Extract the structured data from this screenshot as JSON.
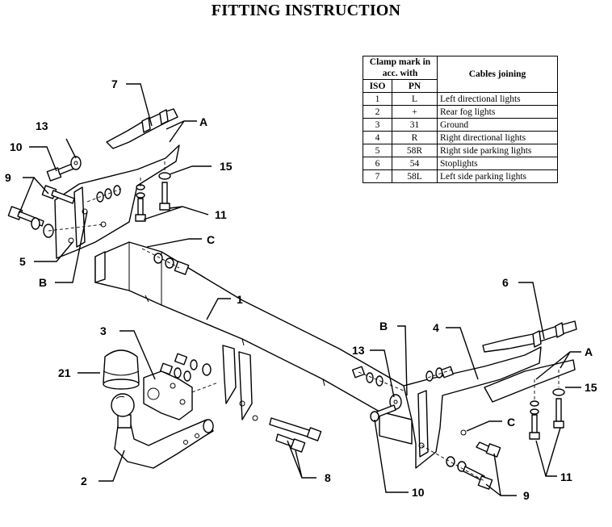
{
  "title": "FITTING INSTRUCTION",
  "table": {
    "header_clamp": "Clamp mark in acc. with",
    "header_cables": "Cables joining",
    "col_iso": "ISO",
    "col_pn": "PN",
    "rows": [
      {
        "iso": "1",
        "pn": "L",
        "cable": "Left directional lights"
      },
      {
        "iso": "2",
        "pn": "+",
        "cable": "Rear fog lights"
      },
      {
        "iso": "3",
        "pn": "31",
        "cable": "Ground"
      },
      {
        "iso": "4",
        "pn": "R",
        "cable": "Right directional lights"
      },
      {
        "iso": "5",
        "pn": "58R",
        "cable": "Right side parking lights"
      },
      {
        "iso": "6",
        "pn": "54",
        "cable": "Stoplights"
      },
      {
        "iso": "7",
        "pn": "58L",
        "cable": "Left side parking lights"
      }
    ]
  },
  "callouts": {
    "n1": "1",
    "n2": "2",
    "n3": "3",
    "n4": "4",
    "n5": "5",
    "n7": "7",
    "n6": "6",
    "n8": "8",
    "n9_left": "9",
    "n9_right": "9",
    "n10_left": "10",
    "n10_right": "10",
    "n11_left": "11",
    "n11_right": "11",
    "n13_left": "13",
    "n13_right": "13",
    "n15_left": "15",
    "n15_right": "15",
    "n21": "21",
    "a_left": "A",
    "a_right": "A",
    "b_left": "B",
    "b_right": "B",
    "c_left": "C",
    "c_right": "C"
  }
}
